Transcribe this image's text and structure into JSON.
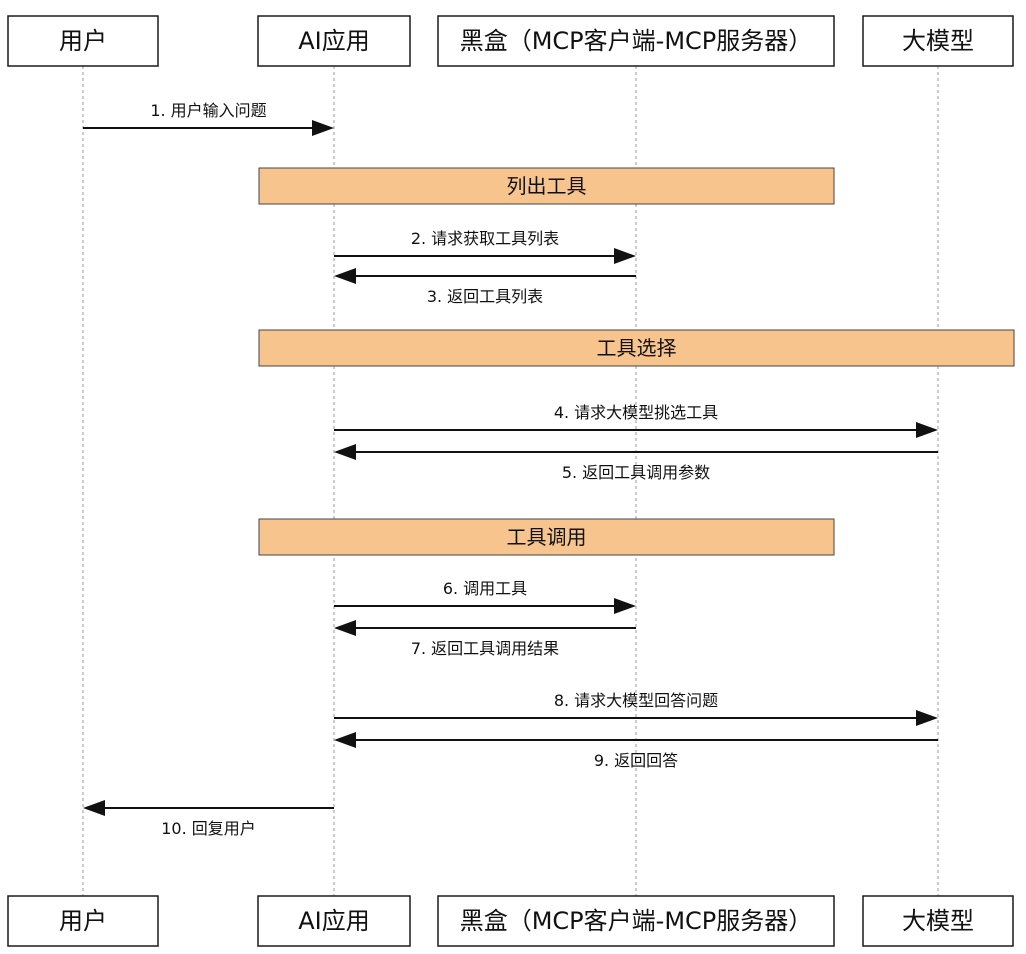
{
  "participants": [
    {
      "id": "user",
      "label": "用户"
    },
    {
      "id": "app",
      "label": "AI应用"
    },
    {
      "id": "blackbox",
      "label": "黑盒（MCP客户端-MCP服务器）"
    },
    {
      "id": "llm",
      "label": "大模型"
    }
  ],
  "sections": [
    {
      "label": "列出工具",
      "from": "app",
      "to": "blackbox"
    },
    {
      "label": "工具选择",
      "from": "app",
      "to": "llm"
    },
    {
      "label": "工具调用",
      "from": "app",
      "to": "blackbox"
    }
  ],
  "messages": [
    {
      "label": "1. 用户输入问题",
      "from": "user",
      "to": "app"
    },
    {
      "label": "2. 请求获取工具列表",
      "from": "app",
      "to": "blackbox"
    },
    {
      "label": "3. 返回工具列表",
      "from": "blackbox",
      "to": "app"
    },
    {
      "label": "4. 请求大模型挑选工具",
      "from": "app",
      "to": "llm"
    },
    {
      "label": "5. 返回工具调用参数",
      "from": "llm",
      "to": "app"
    },
    {
      "label": "6. 调用工具",
      "from": "app",
      "to": "blackbox"
    },
    {
      "label": "7. 返回工具调用结果",
      "from": "blackbox",
      "to": "app"
    },
    {
      "label": "8. 请求大模型回答问题",
      "from": "app",
      "to": "llm"
    },
    {
      "label": "9. 返回回答",
      "from": "llm",
      "to": "app"
    },
    {
      "label": "10. 回复用户",
      "from": "app",
      "to": "user"
    }
  ]
}
